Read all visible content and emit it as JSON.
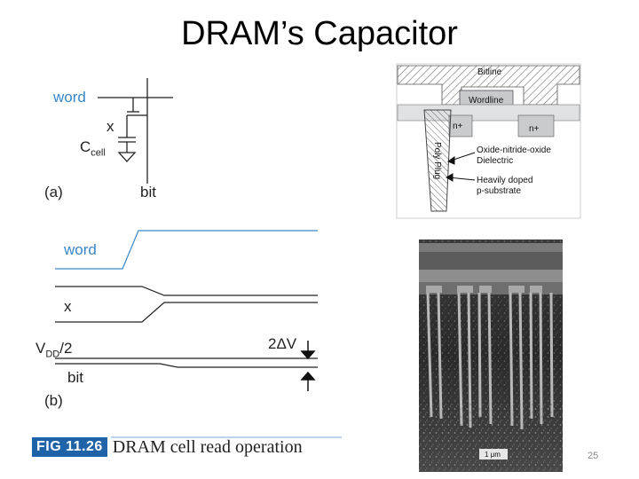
{
  "slide": {
    "title": "DRAM’s Capacitor",
    "page_number": "25"
  },
  "schematic": {
    "word_label": "word",
    "x_label": "x",
    "ccell_label": "C",
    "ccell_sub": "cell",
    "bit_label": "bit",
    "panel_label": "(a)"
  },
  "timing": {
    "word_label": "word",
    "x_label": "x",
    "vdd_label": "V",
    "vdd_sub": "DD",
    "vdd_suffix": "/2",
    "delta_label": "2ΔV",
    "bit_label": "bit",
    "panel_label": "(b)"
  },
  "figure": {
    "badge": "FIG 11.26",
    "caption": "DRAM cell read operation"
  },
  "cross_section": {
    "bitline": "Bitline",
    "wordline": "Wordline",
    "n_plus_left": "n+",
    "n_plus_right": "n+",
    "poly_plug": "Poly Plug",
    "oxide_1": "Oxide-nitride-oxide",
    "oxide_2": "Dielectric",
    "doped_1": "Heavily doped",
    "doped_2": "p-substrate",
    "colors": {
      "hatch": "#6a6a6a",
      "gate": "#c7c9cc",
      "substrate": "#ffffff"
    }
  },
  "micrograph": {
    "scale_label": "1 μm"
  }
}
